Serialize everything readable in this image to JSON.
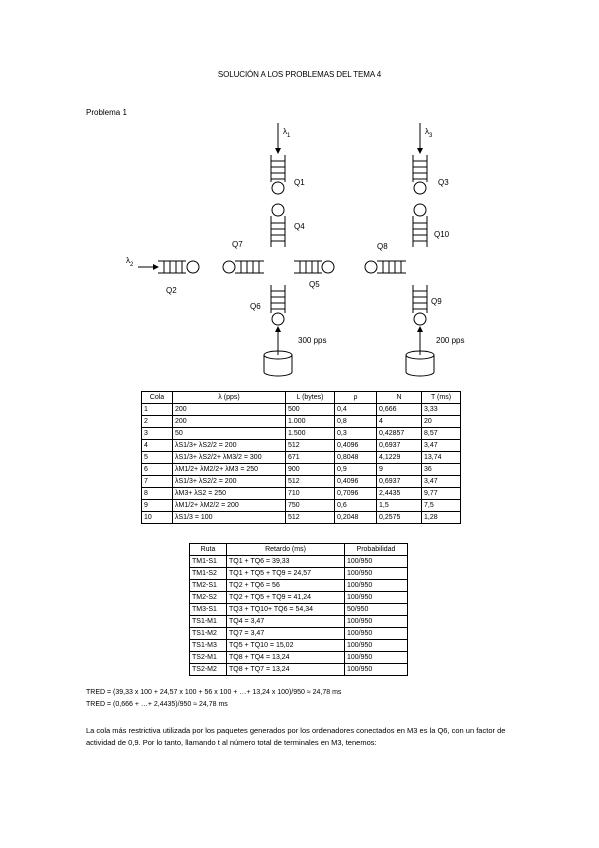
{
  "title": "SOLUCIÓN A LOS PROBLEMAS DEL TEMA 4",
  "section": "Problema 1",
  "diagram": {
    "lambda1": "λ",
    "lambda1_sub": "1",
    "lambda2": "λ",
    "lambda2_sub": "2",
    "lambda3": "λ",
    "lambda3_sub": "3",
    "q1": "Q1",
    "q2": "Q2",
    "q3": "Q3",
    "q4": "Q4",
    "q5": "Q5",
    "q6": "Q6",
    "q7": "Q7",
    "q8": "Q8",
    "q9": "Q9",
    "q10": "Q10",
    "rate_left": "300 pps",
    "rate_right": "200 pps"
  },
  "table1": {
    "headers": [
      "Cola",
      "λ (pps)",
      "L (bytes)",
      "ρ",
      "N",
      "T (ms)"
    ],
    "rows": [
      [
        "1",
        "200",
        "500",
        "0,4",
        "0,666",
        "3,33"
      ],
      [
        "2",
        "200",
        "1.000",
        "0,8",
        "4",
        "20"
      ],
      [
        "3",
        "50",
        "1.500",
        "0,3",
        "0,42857",
        "8,57"
      ],
      [
        "4",
        "λS1/3+ λS2/2 = 200",
        "512",
        "0,4096",
        "0,6937",
        "3,47"
      ],
      [
        "5",
        "λS1/3+ λS2/2+ λM3/2 = 300",
        "671",
        "0,8048",
        "4,1229",
        "13,74"
      ],
      [
        "6",
        "λM1/2+ λM2/2+ λM3 = 250",
        "900",
        "0,9",
        "9",
        "36"
      ],
      [
        "7",
        "λS1/3+ λS2/2 = 200",
        "512",
        "0,4096",
        "0,6937",
        "3,47"
      ],
      [
        "8",
        "λM3+ λS2 = 250",
        "710",
        "0,7096",
        "2,4435",
        "9,77"
      ],
      [
        "9",
        "λM1/2+ λM2/2 = 200",
        "750",
        "0,6",
        "1,5",
        "7,5"
      ],
      [
        "10",
        "λS1/3 = 100",
        "512",
        "0,2048",
        "0,2575",
        "1,28"
      ]
    ]
  },
  "table2": {
    "headers": [
      "Ruta",
      "Retardo (ms)",
      "Probabilidad"
    ],
    "rows": [
      [
        "TM1-S1",
        "TQ1 + TQ6 = 39,33",
        "100/950"
      ],
      [
        "TM1-S2",
        "TQ1 + TQ5 + TQ9 = 24,57",
        "100/950"
      ],
      [
        "TM2-S1",
        "TQ2 + TQ6 = 56",
        "100/950"
      ],
      [
        "TM2-S2",
        "TQ2 + TQ5 + TQ9 = 41,24",
        "100/950"
      ],
      [
        "TM3-S1",
        "TQ3 + TQ10+ TQ6 = 54,34",
        "50/950"
      ],
      [
        "TS1-M1",
        "TQ4 = 3,47",
        "100/950"
      ],
      [
        "TS1-M2",
        "TQ7 = 3,47",
        "100/950"
      ],
      [
        "TS1-M3",
        "TQ5 + TQ10 = 15,02",
        "100/950"
      ],
      [
        "TS2-M1",
        "TQ8 + TQ4 = 13,24",
        "100/950"
      ],
      [
        "TS2-M2",
        "TQ8 + TQ7 = 13,24",
        "100/950"
      ]
    ]
  },
  "formula1": "TRED = (39,33 x 100 + 24,57 x 100 + 56 x 100 + …+ 13,24 x 100)/950 ≈ 24,78 ms",
  "formula2": "TRED = (0,666 + …+ 2,4435)/950 ≈ 24,78 ms",
  "paragraph": "La cola más restrictiva utilizada por los paquetes generados por los ordenadores conectados en M3 es la Q6, con un factor de actividad de 0,9. Por lo tanto, llamando t al número total de terminales en M3, tenemos:"
}
